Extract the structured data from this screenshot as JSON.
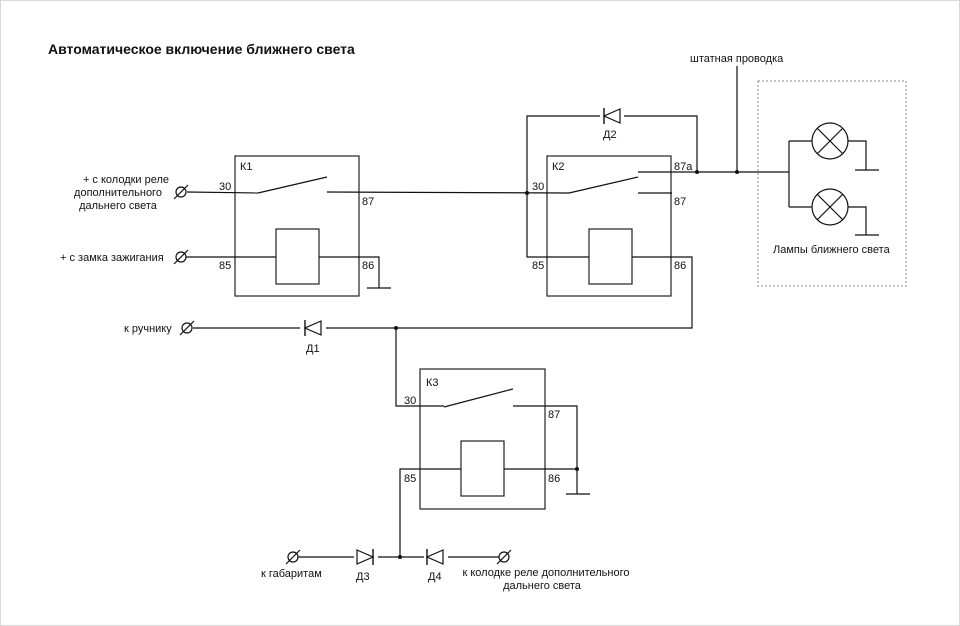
{
  "title": "Автоматическое включение ближнего света",
  "relays": {
    "k1": {
      "name": "К1",
      "p30": "30",
      "p87": "87",
      "p85": "85",
      "p86": "86"
    },
    "k2": {
      "name": "К2",
      "p30": "30",
      "p87a": "87a",
      "p87": "87",
      "p85": "85",
      "p86": "86"
    },
    "k3": {
      "name": "К3",
      "p30": "30",
      "p87": "87",
      "p85": "85",
      "p86": "86"
    }
  },
  "diodes": {
    "d1": "Д1",
    "d2": "Д2",
    "d3": "Д3",
    "d4": "Д4"
  },
  "inputs": {
    "from_high_relay": [
      "+ с колодки реле",
      "дополнительного",
      "дальнего света"
    ],
    "ignition": "+ с замка зажигания",
    "handbrake": "к ручнику",
    "parking_lights": "к габаритам",
    "to_high_relay": [
      "к колодке реле дополнительного",
      "дальнего света"
    ]
  },
  "stock_wiring": "штатная проводка",
  "lamps_label": "Лампы ближнего света"
}
